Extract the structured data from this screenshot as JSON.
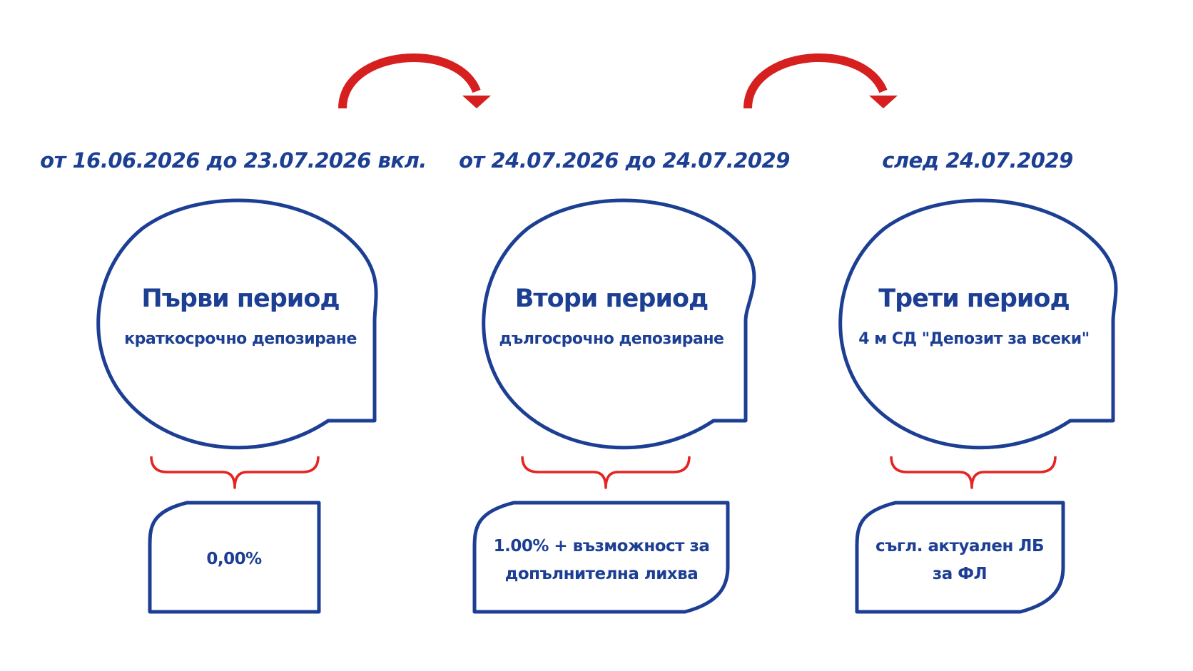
{
  "colors": {
    "primary": "#1c3f94",
    "accent": "#e52421"
  },
  "arrows": [
    {
      "name": "arrow-period-1-to-2",
      "icon": "curved-arrow-right-icon"
    },
    {
      "name": "arrow-period-2-to-3",
      "icon": "curved-arrow-right-icon"
    }
  ],
  "periods": [
    {
      "date_range": "от 16.06.2026 до 23.07.2026 вкл.",
      "title": "Първи период",
      "subtitle": "краткосрочно депозиране",
      "rate_lines": [
        "0,00%"
      ]
    },
    {
      "date_range": "от 24.07.2026 до 24.07.2029",
      "title": "Втори период",
      "subtitle": "дългосрочно депозиране",
      "rate_lines": [
        "1.00% + възможност за",
        "допълнителна лихва"
      ]
    },
    {
      "date_range": "след 24.07.2029",
      "title": "Трети период",
      "subtitle": "4 м СД \"Депозит за всеки\"",
      "rate_lines": [
        "съгл. актуален ЛБ",
        "за ФЛ"
      ]
    }
  ]
}
